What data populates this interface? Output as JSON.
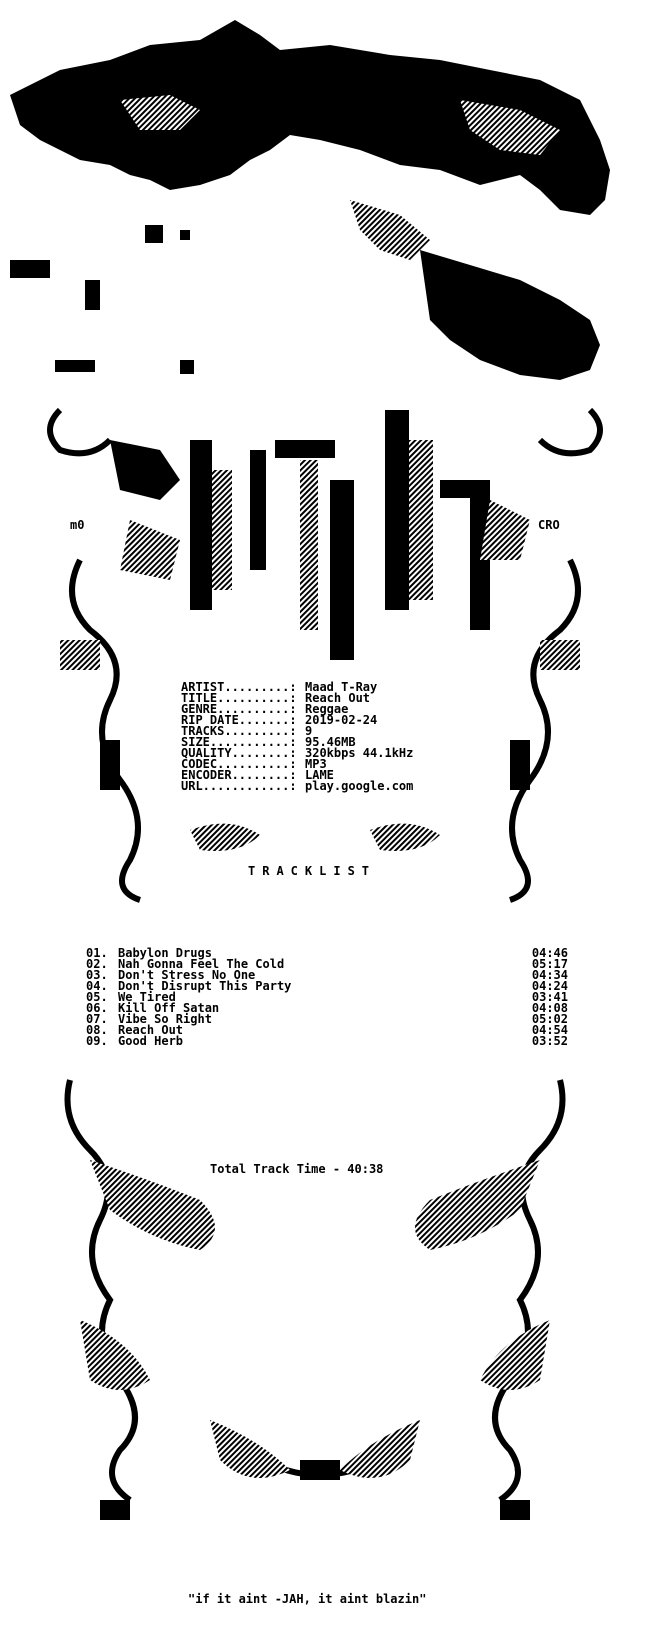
{
  "tags": {
    "left": "m0",
    "right": "CRO"
  },
  "info": [
    {
      "key": "ARTIST.........:",
      "value": "Maad T-Ray"
    },
    {
      "key": "TITLE..........:",
      "value": "Reach Out"
    },
    {
      "key": "GENRE..........:",
      "value": "Reggae"
    },
    {
      "key": "RIP DATE.......:",
      "value": "2019-02-24"
    },
    {
      "key": "TRACKS.........:",
      "value": "9"
    },
    {
      "key": "SIZE...........:",
      "value": "95.46MB"
    },
    {
      "key": "QUALITY........:",
      "value": "320kbps 44.1kHz"
    },
    {
      "key": "CODEC..........:",
      "value": "MP3"
    },
    {
      "key": "ENCODER........:",
      "value": "LAME"
    },
    {
      "key": "URL............:",
      "value": "play.google.com"
    }
  ],
  "tracklist_heading": "TRACKLIST",
  "tracks": [
    {
      "num": "01.",
      "title": "Babylon Drugs",
      "time": "04:46"
    },
    {
      "num": "02.",
      "title": "Nah Gonna Feel The Cold",
      "time": "05:17"
    },
    {
      "num": "03.",
      "title": "Don't Stress No One",
      "time": "04:34"
    },
    {
      "num": "04.",
      "title": "Don't Disrupt This Party",
      "time": "04:24"
    },
    {
      "num": "05.",
      "title": "We Tired",
      "time": "03:41"
    },
    {
      "num": "06.",
      "title": "Kill Off Satan",
      "time": "04:08"
    },
    {
      "num": "07.",
      "title": "Vibe So Right",
      "time": "05:02"
    },
    {
      "num": "08.",
      "title": "Reach Out",
      "time": "04:54"
    },
    {
      "num": "09.",
      "title": "Good Herb",
      "time": "03:52"
    }
  ],
  "total_time": "Total Track Time - 40:38",
  "footer_quote": "\"if it aint -JAH, it aint blazin\"",
  "colors": {
    "ink": "#000000",
    "paper": "#ffffff"
  }
}
